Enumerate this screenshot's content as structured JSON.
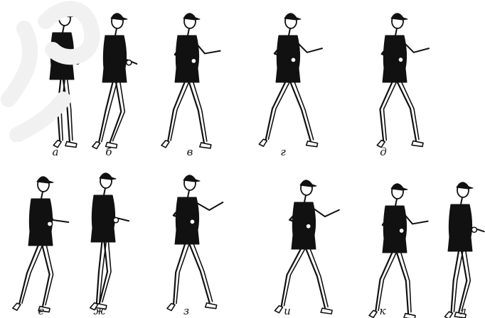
{
  "figure": {
    "frames": [
      {
        "label": "а"
      },
      {
        "label": "б"
      },
      {
        "label": "в"
      },
      {
        "label": "г"
      },
      {
        "label": "д"
      },
      {
        "label": "е"
      },
      {
        "label": "ж"
      },
      {
        "label": "з"
      },
      {
        "label": "и"
      },
      {
        "label": "к"
      },
      {
        "label": "л"
      }
    ]
  },
  "colors": {
    "ink": "#111111",
    "skin": "#ffffff",
    "watermark": "#f0f0f0"
  }
}
